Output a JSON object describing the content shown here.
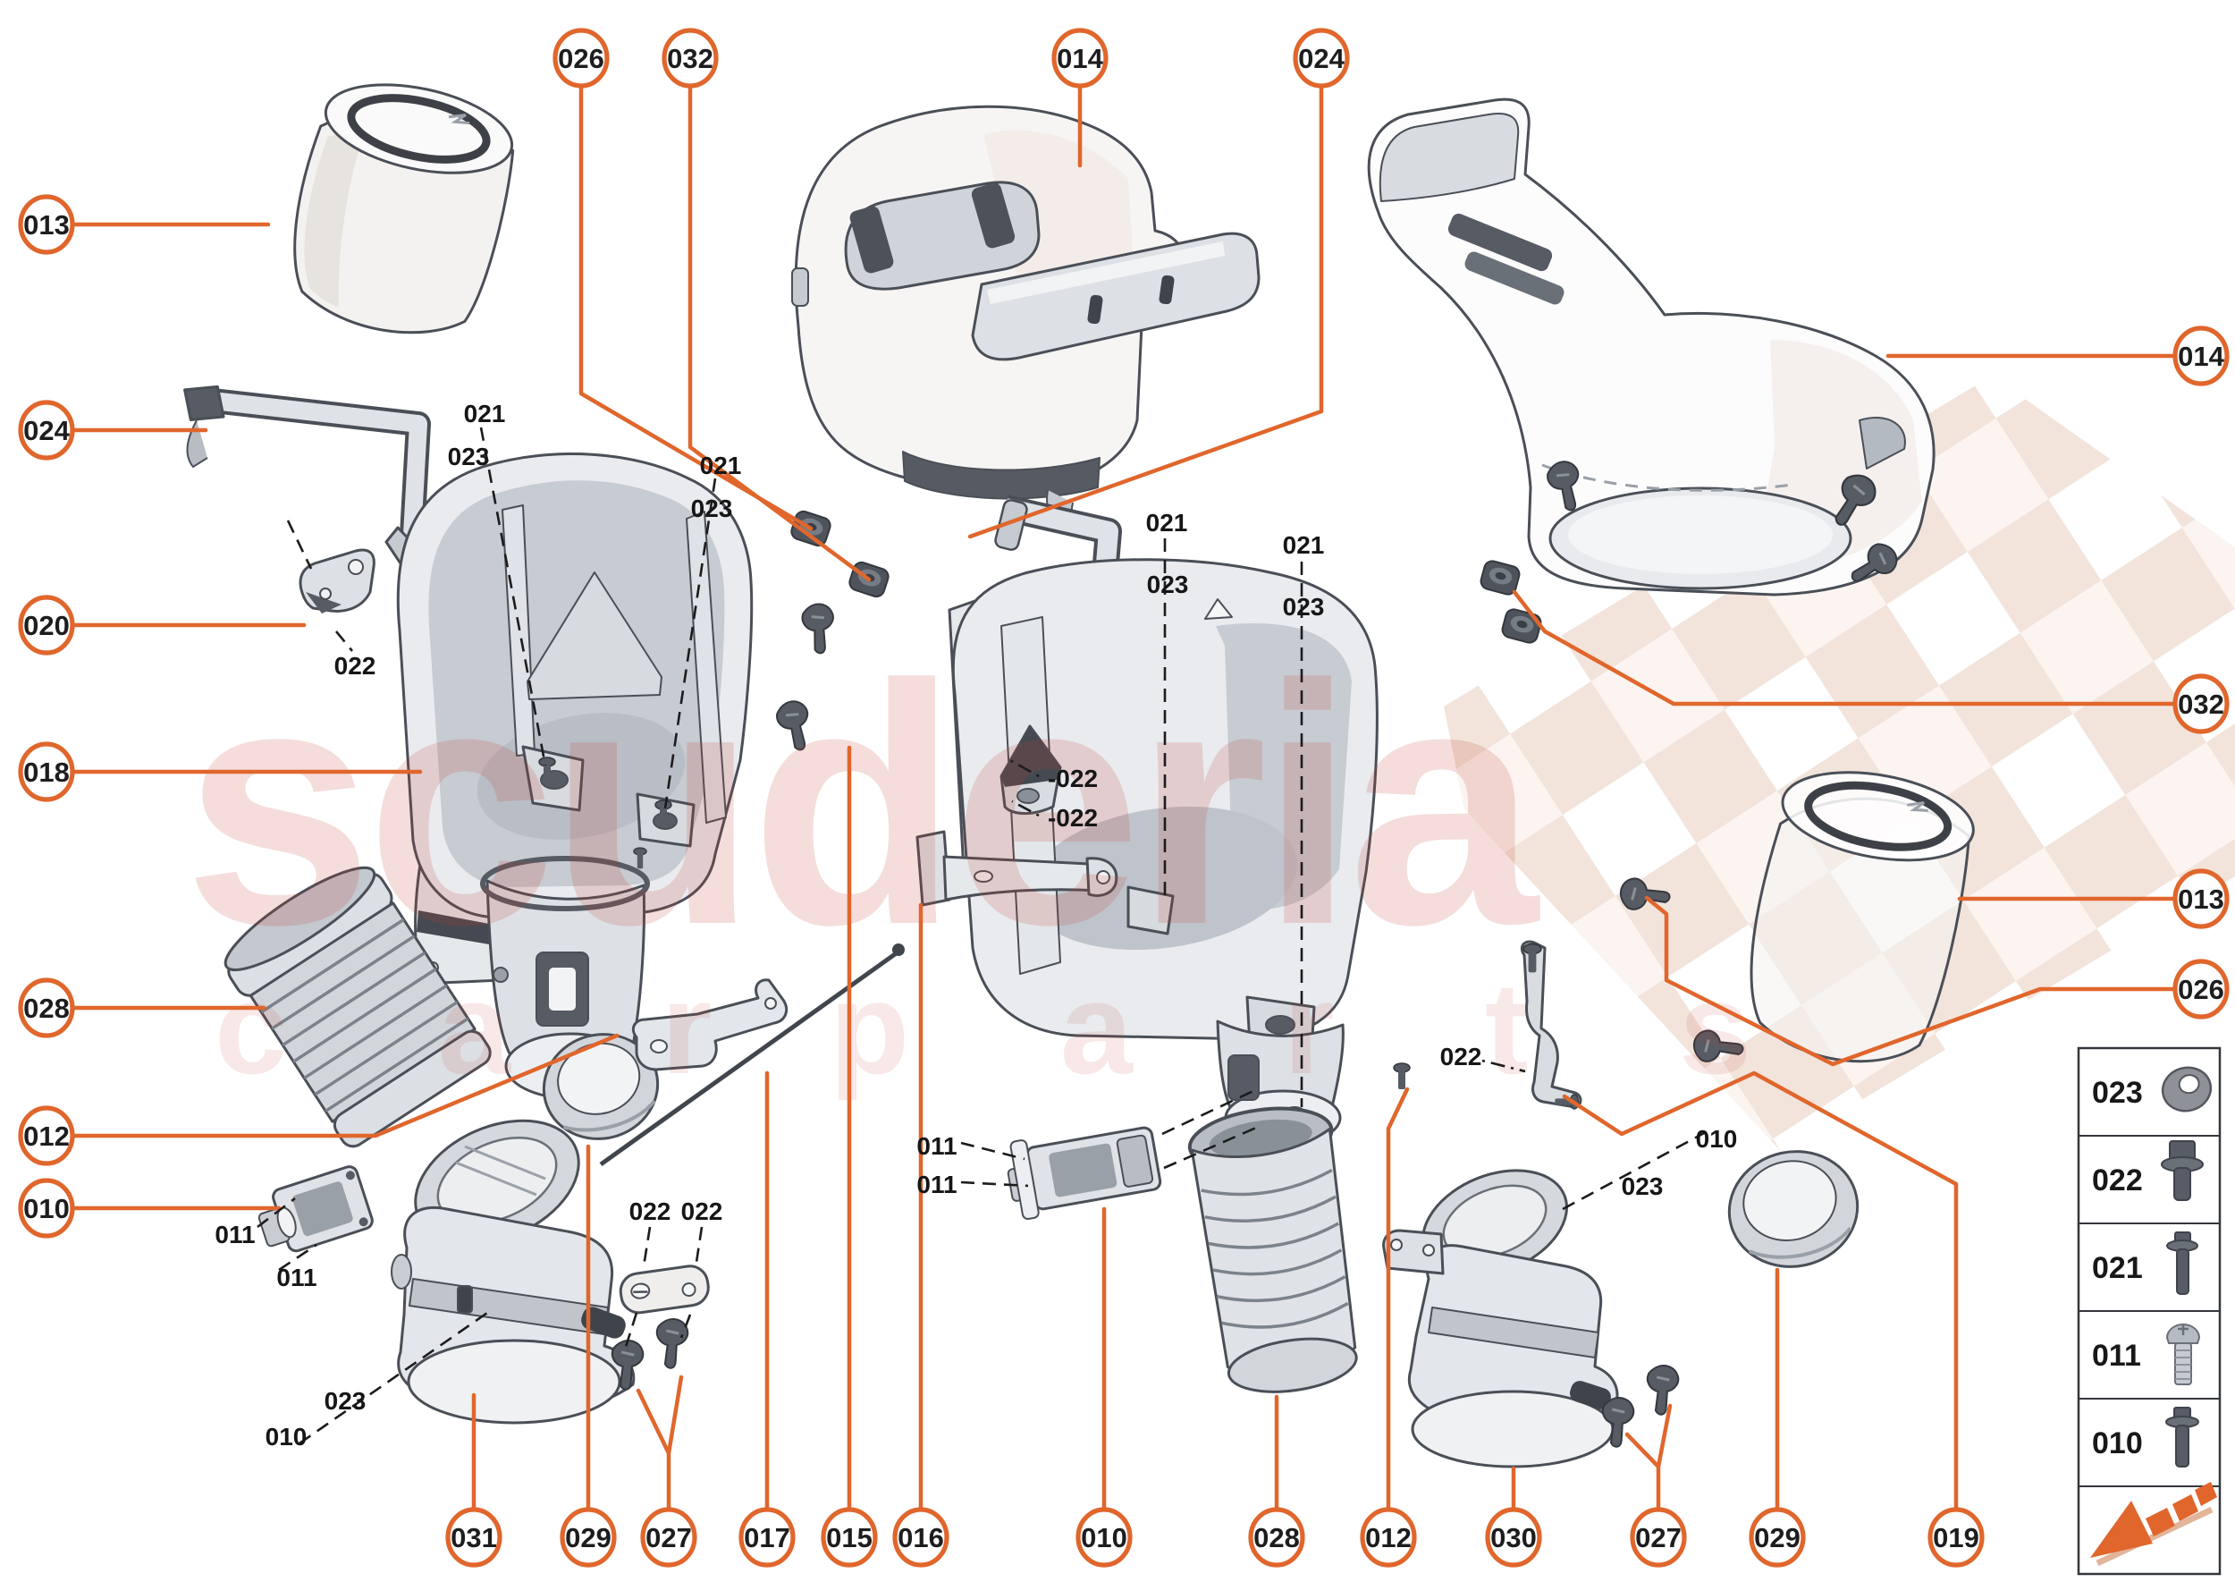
{
  "colors": {
    "accent_orange": "#e0662c",
    "line_dark": "#4a4f57",
    "watermark_red": "#c23c2f",
    "checker_tan": "#f0e1d7",
    "label_text": "#1d1d1f",
    "part_fill": "#e8eaee"
  },
  "watermark": {
    "line1": "scuderia",
    "line2a": "c a r",
    "line2b": "p a r t s"
  },
  "callouts": {
    "top": [
      "026",
      "032",
      "014",
      "024"
    ],
    "left": [
      "013",
      "024",
      "020",
      "018",
      "028",
      "012",
      "010"
    ],
    "right": [
      "014",
      "032",
      "013",
      "026"
    ],
    "bottom": [
      "031",
      "029",
      "027",
      "017",
      "015",
      "016",
      "010",
      "028",
      "012",
      "030",
      "027",
      "029",
      "019"
    ]
  },
  "inline": {
    "box_left": [
      "021",
      "023",
      "021",
      "023"
    ],
    "box_center": [
      "021",
      "023",
      "021",
      "023"
    ],
    "bracket020_bolt": "022",
    "pivot_bolts": [
      "-022",
      "-022"
    ],
    "maf_left": [
      "011",
      "011"
    ],
    "maf_center": [
      "011",
      "011"
    ],
    "plate_bolts": [
      "022",
      "022"
    ],
    "asm_left": [
      "023",
      "010"
    ],
    "asm_right": [
      "023",
      "010"
    ],
    "rod_bolt": "022"
  },
  "legend": {
    "rows": [
      {
        "id": "023",
        "icon": "washer-icon"
      },
      {
        "id": "022",
        "icon": "flange-bolt-icon"
      },
      {
        "id": "021",
        "icon": "long-flange-bolt-icon"
      },
      {
        "id": "011",
        "icon": "machine-screw-icon"
      },
      {
        "id": "010",
        "icon": "stud-bolt-icon"
      }
    ],
    "logo_icon": "checkered-arrow-logo"
  }
}
